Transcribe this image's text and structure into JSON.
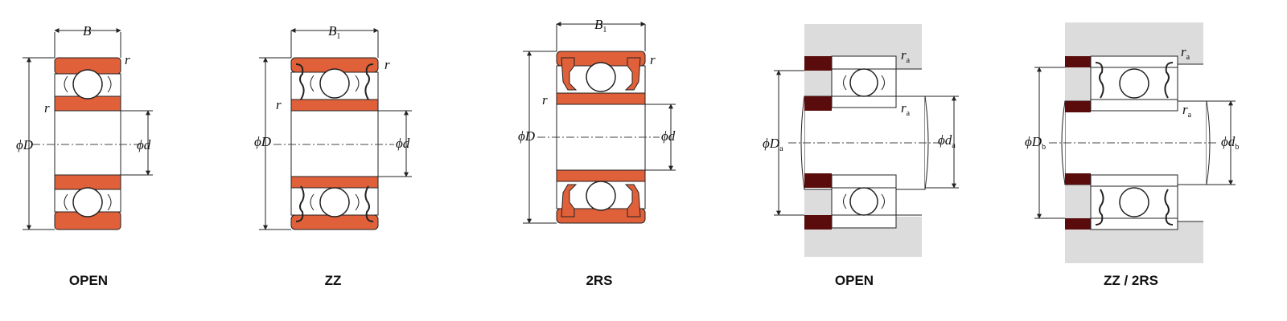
{
  "panels": [
    {
      "caption": "OPEN",
      "labels": {
        "B": "B",
        "r": "r",
        "D": "ϕD",
        "d": "ϕd"
      }
    },
    {
      "caption": "ZZ",
      "labels": {
        "B": "B",
        "Bsub": "1",
        "r": "r",
        "D": "ϕD",
        "d": "ϕd"
      }
    },
    {
      "caption": "2RS",
      "labels": {
        "B": "B",
        "Bsub": "1",
        "r": "r",
        "D": "ϕD",
        "d": "ϕd"
      }
    },
    {
      "caption": "OPEN",
      "labels": {
        "r": "r",
        "rsub": "a",
        "D": "ϕD",
        "Dsub": "a",
        "d": "ϕd",
        "dsub": "a"
      }
    },
    {
      "caption": "ZZ / 2RS",
      "labels": {
        "r": "r",
        "rsub": "a",
        "D": "ϕD",
        "Dsub": "b",
        "d": "ϕd",
        "dsub": "b"
      }
    }
  ],
  "colors": {
    "ring": "#e0603a",
    "abutment": "#5a0c0c",
    "housing": "#dcdcdc",
    "line": "#222222"
  }
}
